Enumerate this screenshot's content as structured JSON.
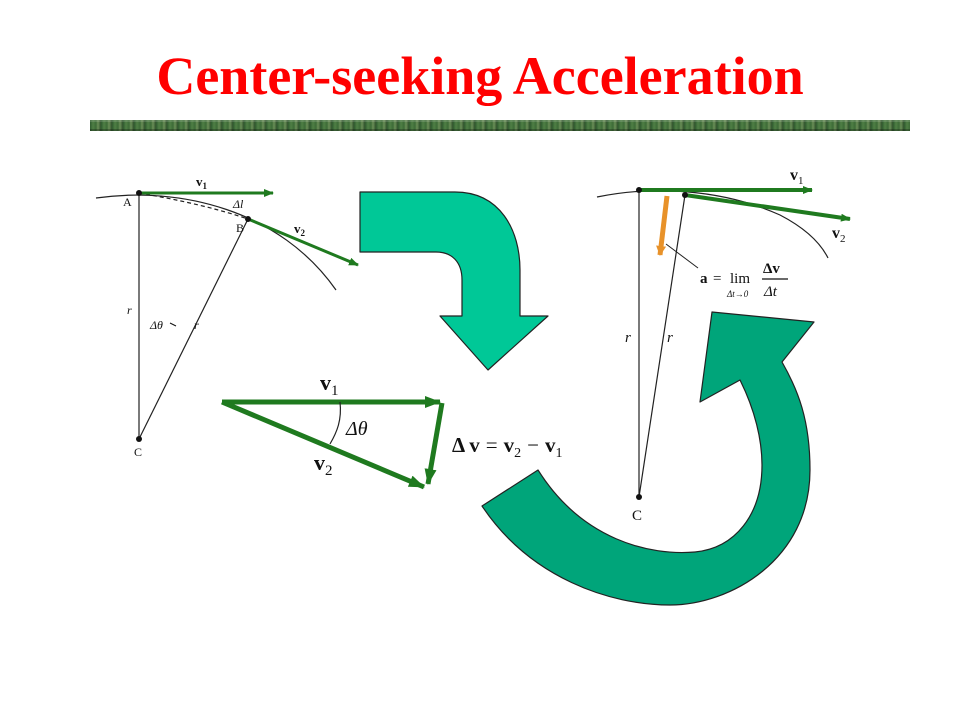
{
  "slide": {
    "title": "Center-seeking Acceleration"
  },
  "left_diagram": {
    "point_a": "A",
    "point_b": "B",
    "point_c": "C",
    "v1_label": "v",
    "v1_sub": "1",
    "v2_label": "v",
    "v2_sub": "2",
    "delta_l": "Δl",
    "r_left": "r",
    "r_right": "r",
    "delta_theta": "Δθ"
  },
  "triangle_diagram": {
    "v1_label": "v",
    "v1_sub": "1",
    "v2_label": "v",
    "v2_sub": "2",
    "delta_theta": "Δθ",
    "equation_delta_v": "Δ v",
    "equation_equals": "=",
    "equation_v2": "v",
    "equation_v2_sub": "2",
    "equation_minus": "−",
    "equation_v1": "v",
    "equation_v1_sub": "1"
  },
  "right_diagram": {
    "v1_label": "v",
    "v1_sub": "1",
    "v2_label": "v",
    "v2_sub": "2",
    "point_c": "C",
    "r_left": "r",
    "r_right": "r",
    "accel_a": "a",
    "accel_eq": "=",
    "accel_lim": "lim",
    "accel_lim_sub": "Δt→0",
    "accel_num": "Δv",
    "accel_den": "Δt"
  },
  "colors": {
    "title": "#ff0000",
    "vector_green": "#1f7a1f",
    "arrow_fill_1": "#00c897",
    "arrow_fill_2": "#00a57a",
    "accel_orange": "#e8922a"
  }
}
